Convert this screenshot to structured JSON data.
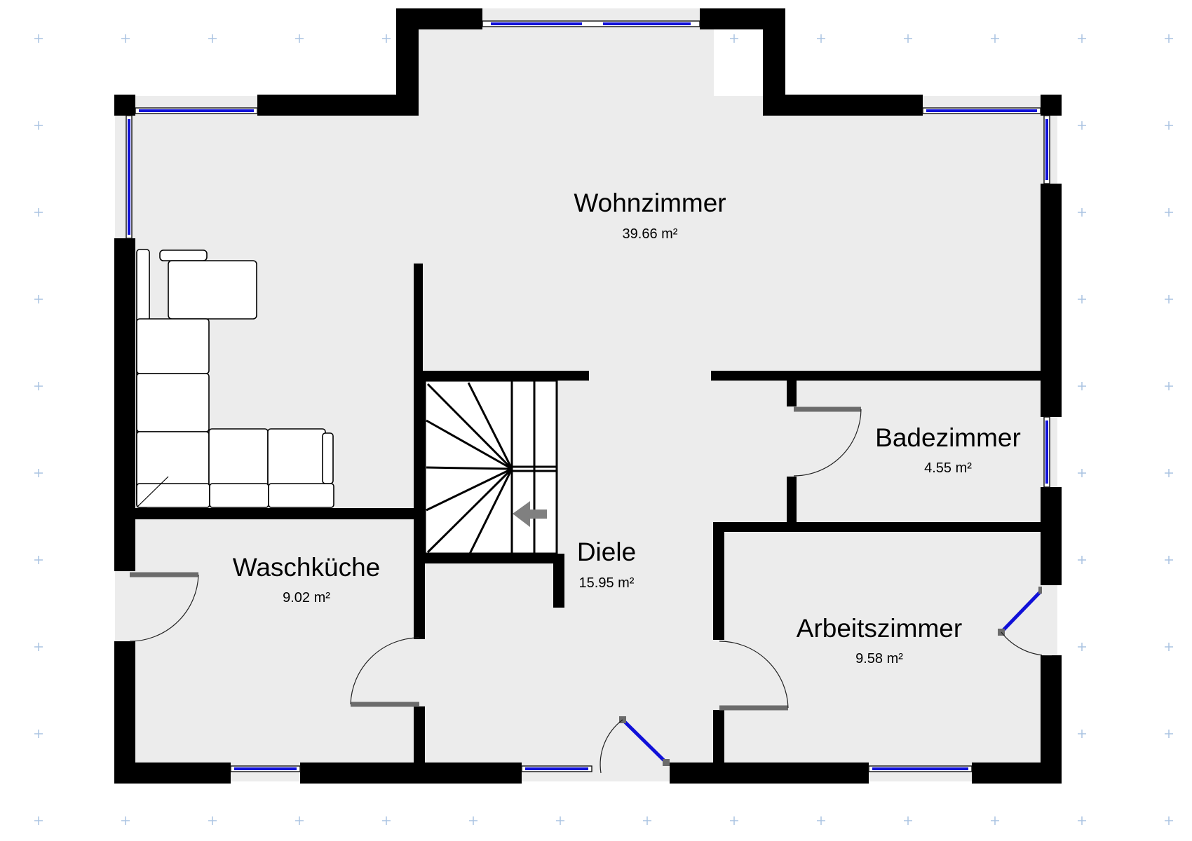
{
  "floorplan": {
    "rooms": [
      {
        "id": "wohnzimmer",
        "name": "Wohnzimmer",
        "area": "39.66 m²"
      },
      {
        "id": "badezimmer",
        "name": "Badezimmer",
        "area": "4.55 m²"
      },
      {
        "id": "waschkueche",
        "name": "Waschküche",
        "area": "9.02 m²"
      },
      {
        "id": "diele",
        "name": "Diele",
        "area": "15.95 m²"
      },
      {
        "id": "arbeitszimmer",
        "name": "Arbeitszimmer",
        "area": "9.58 m²"
      }
    ],
    "colors": {
      "wall": "#000000",
      "floor": "#ececec",
      "window_glass": "#1010d8",
      "door_leaf": "#6b6b6b",
      "grid": "#aac3e2",
      "stair_arrow": "#808080"
    },
    "icons": [
      "sofa-icon",
      "staircase-icon",
      "stair-direction-arrow-icon",
      "grid-plus-icon"
    ]
  }
}
